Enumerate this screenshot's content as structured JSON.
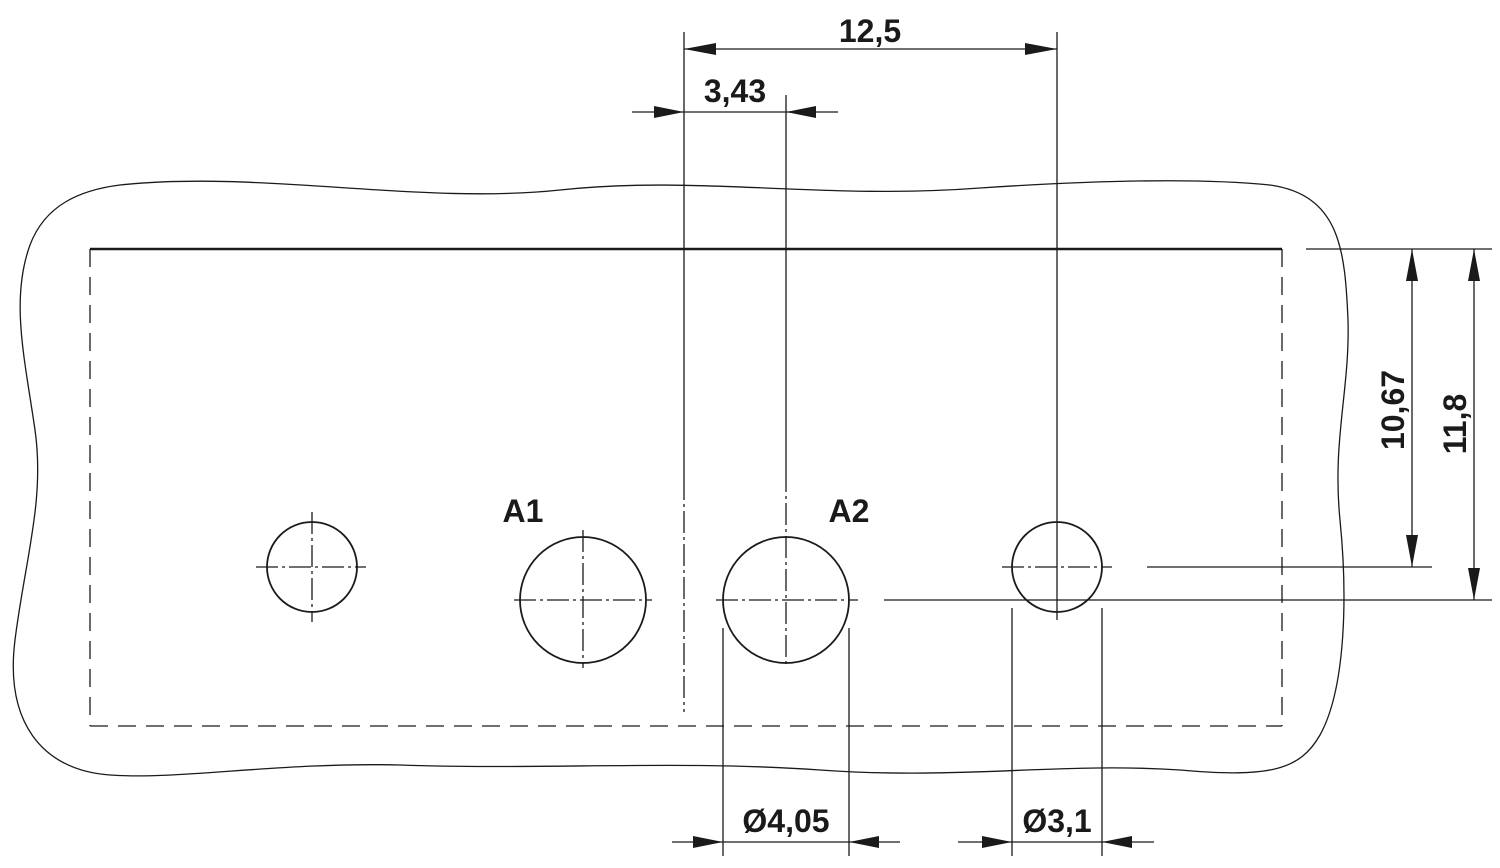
{
  "colors": {
    "line": "#1a1a1a",
    "background": "#ffffff"
  },
  "labels": {
    "hole_a1": "A1",
    "hole_a2": "A2"
  },
  "dimensions": {
    "pitch_outer": "12,5",
    "offset": "3,43",
    "height_small": "10,67",
    "height_large": "11,8",
    "diameter_large": "Ø4,05",
    "diameter_small": "Ø3,1"
  }
}
